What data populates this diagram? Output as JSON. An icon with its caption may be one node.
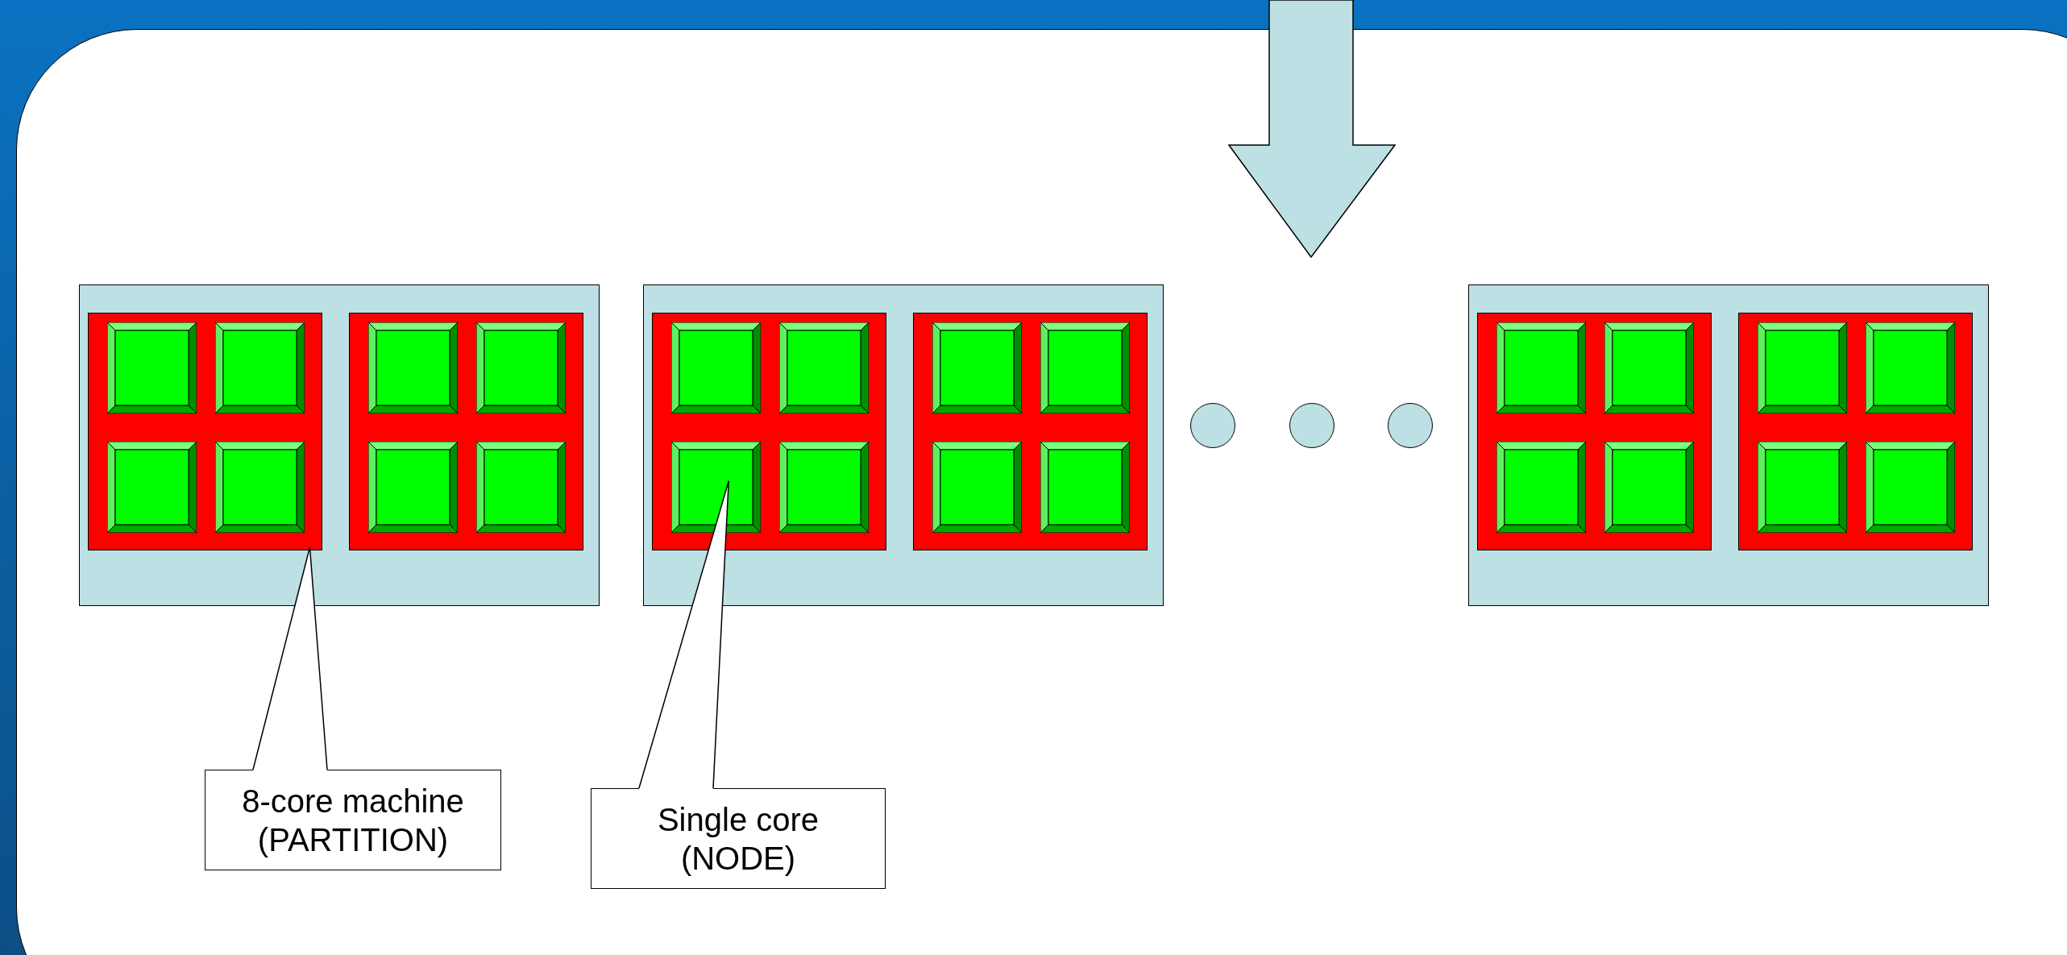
{
  "diagram": {
    "nodes": [
      {
        "text": [],
        "shape": "box"
      },
      {
        "text": [],
        "shape": "box",
        "in": 0
      },
      {
        "text": [],
        "shape": "box",
        "in": 1
      },
      {
        "text": [],
        "shape": "box",
        "in": 1
      },
      {
        "text": [],
        "shape": "box",
        "in": 1
      },
      {
        "text": [],
        "shape": "box",
        "in": 1
      },
      {
        "text": [],
        "shape": "box",
        "in": 0
      },
      {
        "text": [],
        "shape": "box",
        "in": 6
      },
      {
        "text": [],
        "shape": "box",
        "in": 6
      },
      {
        "text": [],
        "shape": "box",
        "in": 6
      },
      {
        "text": [],
        "shape": "box",
        "in": 6
      },
      {
        "text": [],
        "shape": "box"
      },
      {
        "text": [],
        "shape": "box",
        "in": 11
      },
      {
        "text": [],
        "shape": "box",
        "in": 12
      },
      {
        "text": [],
        "shape": "box",
        "in": 12
      },
      {
        "text": [],
        "shape": "box",
        "in": 12
      },
      {
        "text": [],
        "shape": "box",
        "in": 12
      },
      {
        "text": [],
        "shape": "box",
        "in": 11
      },
      {
        "text": [],
        "shape": "box",
        "in": 17
      },
      {
        "text": [],
        "shape": "box",
        "in": 17
      },
      {
        "text": [],
        "shape": "box",
        "in": 17
      },
      {
        "text": [],
        "shape": "box",
        "in": 17
      },
      {
        "text": [],
        "shape": "circle"
      },
      {
        "text": [],
        "shape": "circle"
      },
      {
        "text": [],
        "shape": "circle"
      },
      {
        "text": [],
        "shape": "box"
      },
      {
        "text": [],
        "shape": "box",
        "in": 25
      },
      {
        "text": [],
        "shape": "box",
        "in": 26
      },
      {
        "text": [],
        "shape": "box",
        "in": 26
      },
      {
        "text": [],
        "shape": "box",
        "in": 26
      },
      {
        "text": [],
        "shape": "box",
        "in": 26
      },
      {
        "text": [],
        "shape": "box",
        "in": 25
      },
      {
        "text": [],
        "shape": "box",
        "in": 31
      },
      {
        "text": [],
        "shape": "box",
        "in": 31
      },
      {
        "text": [],
        "shape": "box",
        "in": 31
      },
      {
        "text": [],
        "shape": "box",
        "in": 31
      },
      {
        "text": [
          "8-core machine (PARTITION)"
        ]
      },
      {
        "text": [
          "Single core (NODE)"
        ]
      }
    ],
    "edges": [
      {
        "from": 36,
        "to": 1,
        "arrow": "none"
      },
      {
        "from": 37,
        "to": 15,
        "arrow": "none"
      }
    ]
  }
}
